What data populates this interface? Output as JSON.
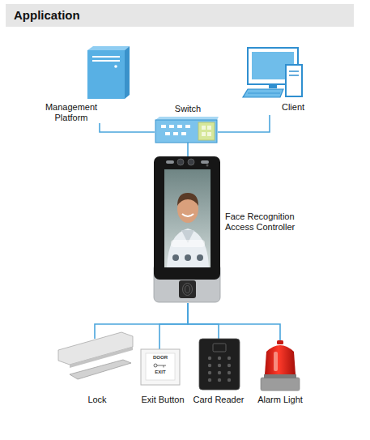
{
  "diagram": {
    "title": "Application",
    "nodes": [
      {
        "text": [
          "Management Platform"
        ]
      },
      {
        "text": [
          "Switch"
        ]
      },
      {
        "text": [
          "Client"
        ]
      },
      {
        "text": [
          "Face Recognition Access Controller"
        ]
      },
      {
        "text": [
          "Lock"
        ]
      },
      {
        "text": [
          "Exit Button"
        ]
      },
      {
        "text": [
          "Card Reader"
        ]
      },
      {
        "text": [
          "Alarm Light"
        ]
      }
    ],
    "edges": [
      {
        "from": 0,
        "to": 1,
        "arrow": "none"
      },
      {
        "from": 2,
        "to": 1,
        "arrow": "none"
      },
      {
        "from": 1,
        "to": 3,
        "arrow": "none"
      },
      {
        "from": 3,
        "to": 4,
        "arrow": "none"
      },
      {
        "from": 3,
        "to": 5,
        "arrow": "none"
      },
      {
        "from": 3,
        "to": 6,
        "arrow": "none"
      },
      {
        "from": 3,
        "to": 7,
        "arrow": "none"
      }
    ],
    "labels": [
      "DOOR",
      "EXIT"
    ]
  }
}
